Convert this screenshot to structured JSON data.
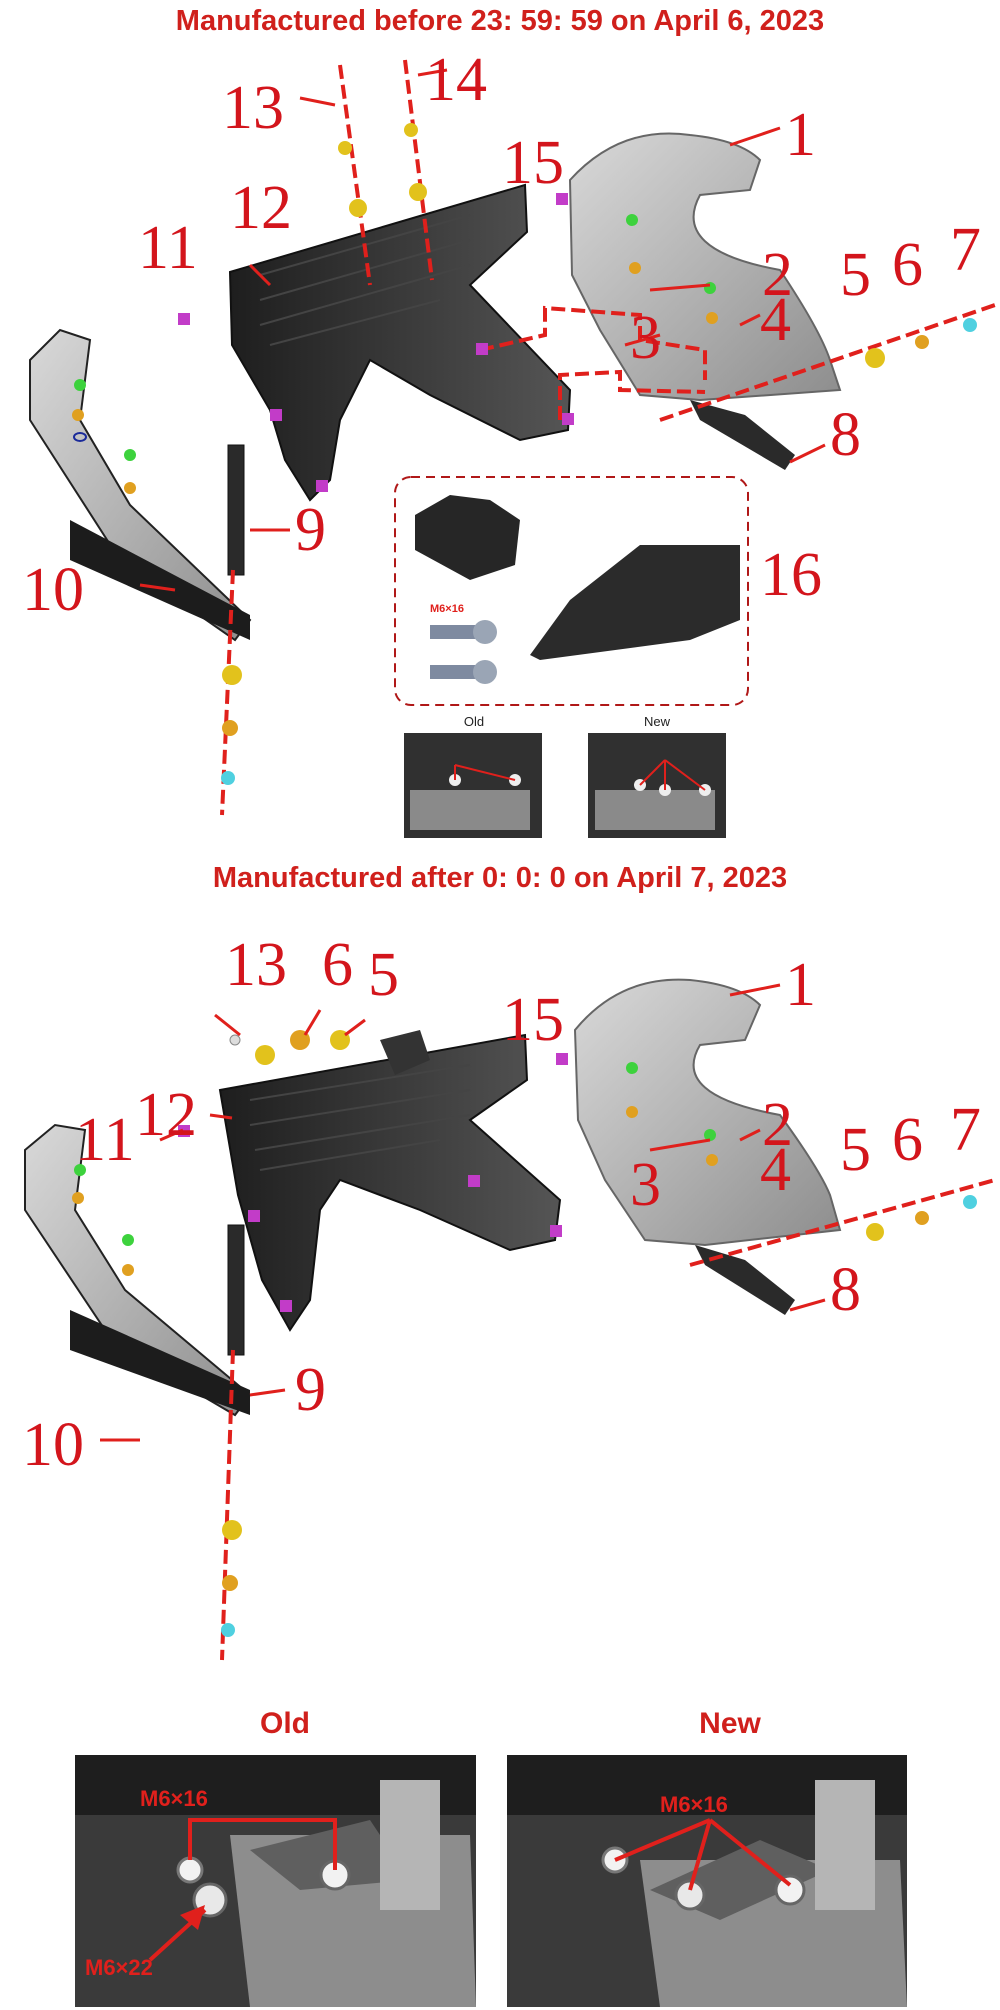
{
  "titles": {
    "top": "Manufactured before 23: 59: 59 on April 6, 2023",
    "bottom": "Manufactured after 0: 0: 0 on April 7, 2023"
  },
  "diagram1": {
    "labels": [
      "1",
      "2",
      "3",
      "4",
      "5",
      "6",
      "7",
      "8",
      "9",
      "10",
      "11",
      "12",
      "13",
      "14",
      "15",
      "16"
    ],
    "inset": {
      "bolt_spec": "M6×16",
      "old": "Old",
      "new": "New"
    }
  },
  "diagram2": {
    "labels": [
      "1",
      "2",
      "3",
      "4",
      "5",
      "6",
      "7",
      "8",
      "9",
      "10",
      "11",
      "12",
      "13",
      "6",
      "5",
      "15"
    ]
  },
  "photos": {
    "old_label": "Old",
    "new_label": "New",
    "old_spec_a": "M6×16",
    "old_spec_b": "M6×22",
    "new_spec": "M6×16"
  },
  "colors": {
    "accent": "#d0201c",
    "part": "#2e2e2e",
    "plate": "#b9b9b9",
    "clip": "#c23cc8"
  }
}
